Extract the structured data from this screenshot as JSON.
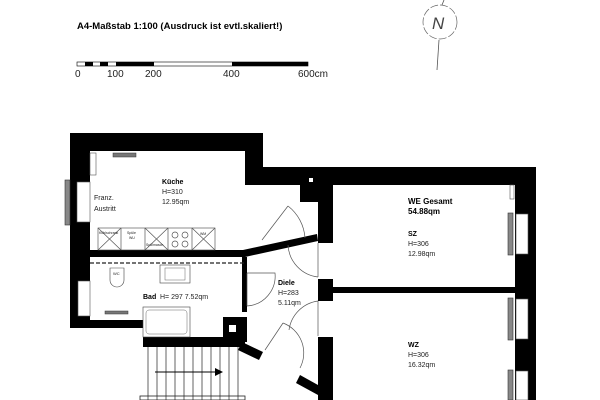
{
  "header": {
    "scale_note": "A4-Maßstab 1:100 (Ausdruck ist evtl.skaliert!)",
    "north_label": "N"
  },
  "scale_bar": {
    "ticks": [
      "0",
      "100",
      "200",
      "400",
      "600cm"
    ]
  },
  "rooms": {
    "kueche": {
      "name": "Küche",
      "height": "H=310",
      "area": "12.95qm"
    },
    "franz": {
      "line1": "Franz.",
      "line2": "Austritt"
    },
    "bad": {
      "name": "Bad",
      "info": "H= 297  7.52qm"
    },
    "diele": {
      "name": "Diele",
      "height": "H=283",
      "area": "5.11qm"
    },
    "total": {
      "label": "WE Gesamt",
      "area": "54.88qm"
    },
    "sz": {
      "name": "SZ",
      "height": "H=306",
      "area": "12.98qm"
    },
    "wz": {
      "name": "WZ",
      "height": "H=306",
      "area": "16.32qm"
    }
  },
  "fixtures": {
    "wc": "WC",
    "kuehlschrank": "Kühlschrank",
    "spuele": "Spüle",
    "wu": "WU",
    "spuelmasch": "Spülmasch.",
    "wm": "WM"
  },
  "colors": {
    "wall": "#000000",
    "window": "#888888"
  }
}
